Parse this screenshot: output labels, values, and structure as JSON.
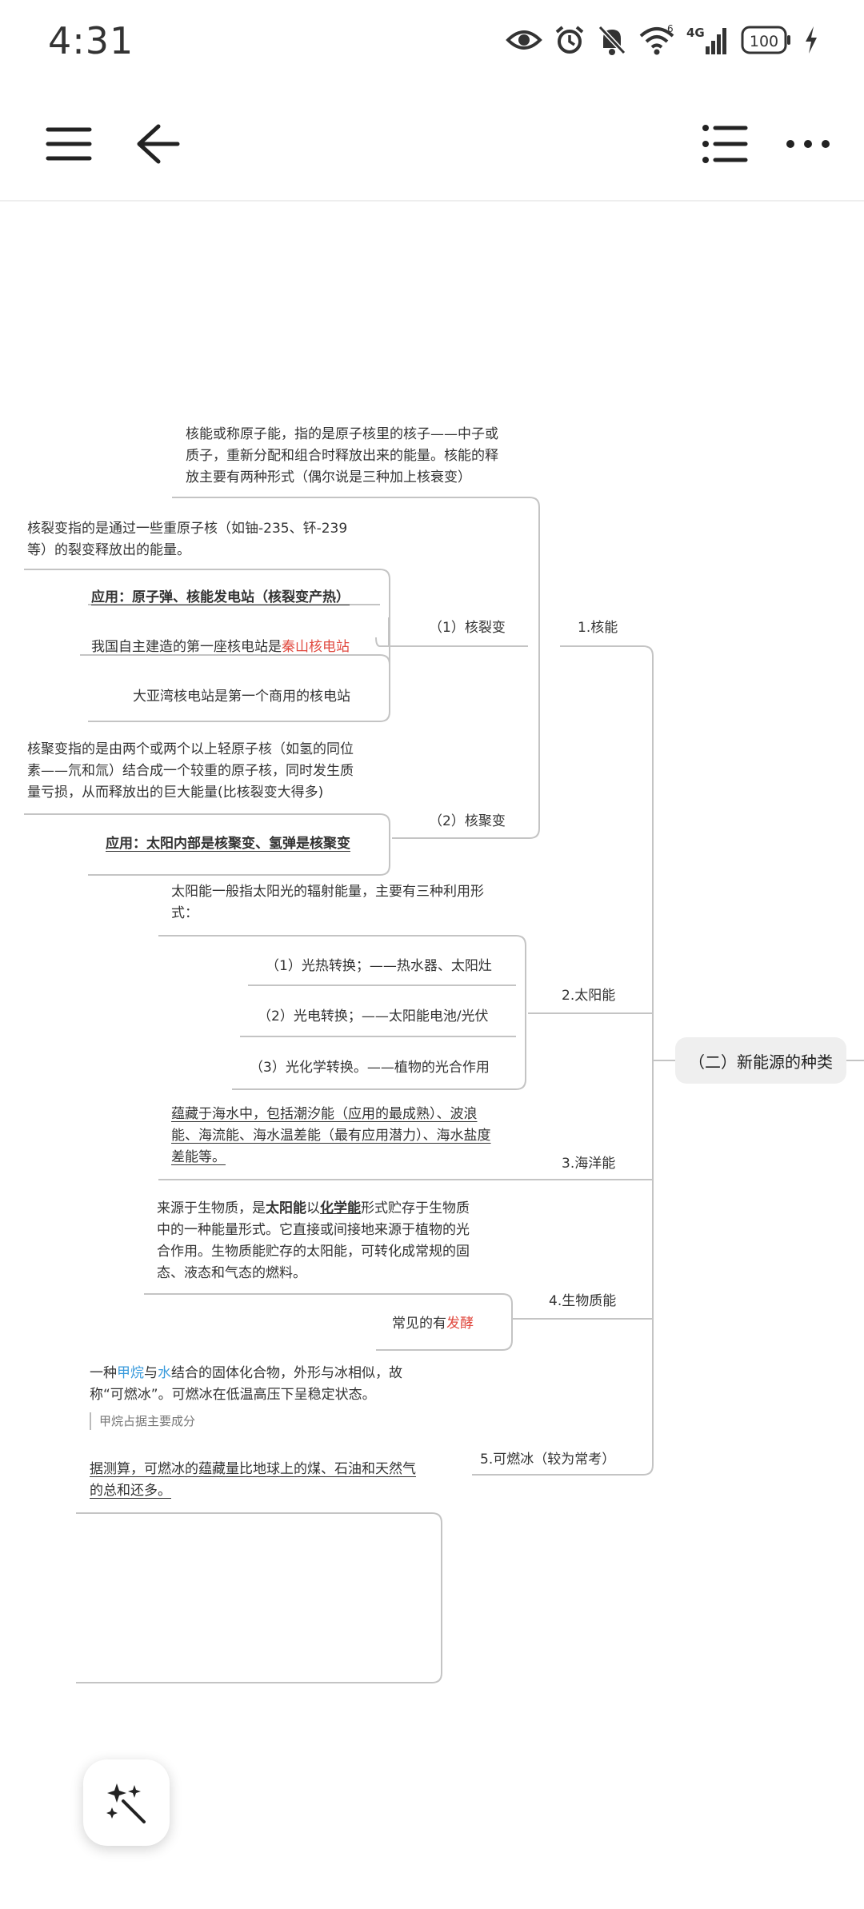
{
  "status": {
    "time": "4:31",
    "battery": "100",
    "network": "4G",
    "wifi_badge": "6"
  },
  "toolbar": {
    "menu": "menu-icon",
    "back": "back-arrow-icon",
    "outline": "outline-list-icon",
    "more": "more-icon"
  },
  "mindmap": {
    "root": "（二）新能源的种类",
    "nuclear": {
      "label": "1.核能",
      "desc": "核能或称原子能，指的是原子核里的核子——中子或质子，重新分配和组合时释放出来的能量。核能的释放主要有两种形式（偶尔说是三种加上核衰变）",
      "fission": {
        "label": "（1）核裂变",
        "desc": "核裂变指的是通过一些重原子核（如铀-235、钚-239等）的裂变释放出的能量。",
        "app": "应用：原子弹、核能发电站（核裂变产热）",
        "plant_prefix": "我国自主建造的第一座核电站是",
        "plant_name": "秦山核电站",
        "daya": "大亚湾核电站是第一个商用的核电站"
      },
      "fusion": {
        "label": "（2）核聚变",
        "desc": "核聚变指的是由两个或两个以上轻原子核（如氢的同位素——氘和氚）结合成一个较重的原子核，同时发生质量亏损，从而释放出的巨大能量(比核裂变大得多)",
        "app": "应用：太阳内部是核聚变、氢弹是核聚变"
      }
    },
    "solar": {
      "label": "2.太阳能",
      "desc": "太阳能一般指太阳光的辐射能量，主要有三种利用形式：",
      "items": [
        "（1）光热转换；——热水器、太阳灶",
        "（2）光电转换；——太阳能电池/光伏",
        "（3）光化学转换。——植物的光合作用"
      ]
    },
    "ocean": {
      "label": "3.海洋能",
      "desc": "蕴藏于海水中，包括潮汐能（应用的最成熟）、波浪能、海流能、海水温差能（最有应用潜力）、海水盐度差能等。"
    },
    "biomass": {
      "label": "4.生物质能",
      "desc_1": "来源于生物质，是",
      "desc_solar": "太阳能",
      "desc_2": "以",
      "desc_chem": "化学能",
      "desc_3": "形式贮存于生物质中的一种能量形式。它直接或间接地来源于植物的光合作用。生物质能贮存的太阳能，可转化成常规的固态、液态和气态的燃料。",
      "common_prefix": "常见的有",
      "common_item": "发酵"
    },
    "ice": {
      "label": "5.可燃冰（较为常考）",
      "desc_1": "一种",
      "desc_methane": "甲烷",
      "desc_2": "与",
      "desc_water": "水",
      "desc_3": "结合的固体化合物，外形与冰相似，故称“可燃冰”。可燃冰在低温高压下呈稳定状态。",
      "quote": "甲烷占据主要成分",
      "reserve": "据测算，可燃冰的蕴藏量比地球上的煤、石油和天然气的总和还多。"
    }
  },
  "fab": {
    "icon": "magic-wand-icon"
  }
}
